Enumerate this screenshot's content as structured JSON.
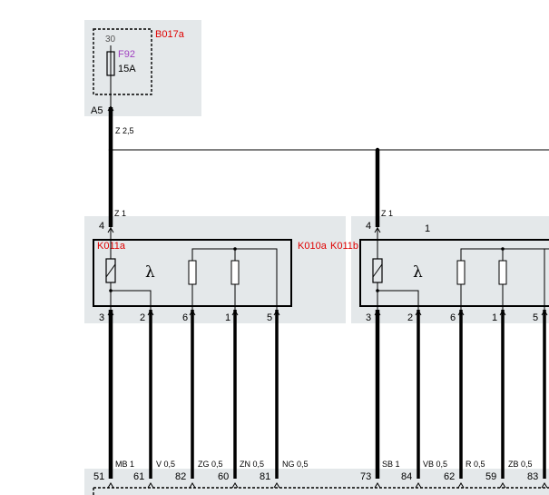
{
  "fuse_block": {
    "ref": "B017a",
    "terminal": "30",
    "fuse_name": "F92",
    "fuse_rating": "15A",
    "pin": "A5",
    "wire": "Z 2,5"
  },
  "sensor_left": {
    "ref": "K011a",
    "top_pin": "4",
    "top_wire": "Z 1",
    "symbol": "λ",
    "pins": [
      "3",
      "2",
      "6",
      "1",
      "5"
    ]
  },
  "sensor_right": {
    "ref": "K011b",
    "top_pin": "4",
    "top_wire": "Z 1",
    "mark": "1",
    "symbol": "λ",
    "pins": [
      "3",
      "2",
      "6",
      "1",
      "5"
    ]
  },
  "ecu": {
    "ref": "K010a"
  },
  "bottom_wires_left": [
    {
      "pin": "51",
      "wire": "MB 1"
    },
    {
      "pin": "61",
      "wire": "V 0,5"
    },
    {
      "pin": "82",
      "wire": "ZG 0,5"
    },
    {
      "pin": "60",
      "wire": "ZN 0,5"
    },
    {
      "pin": "81",
      "wire": "NG 0,5"
    }
  ],
  "bottom_wires_right": [
    {
      "pin": "73",
      "wire": "SB 1"
    },
    {
      "pin": "84",
      "wire": "VB 0,5"
    },
    {
      "pin": "62",
      "wire": "R 0,5"
    },
    {
      "pin": "59",
      "wire": "ZB 0,5"
    },
    {
      "pin": "83",
      "wire": ""
    }
  ]
}
